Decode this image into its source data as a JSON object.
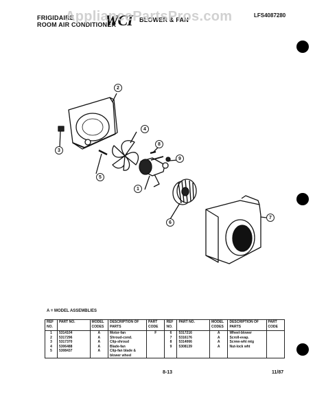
{
  "header": {
    "brand_line1": "FRIGIDAIRE",
    "brand_line2": "ROOM AIR CONDITIONER",
    "logo": "WCI",
    "section_title": "BLOWER & FAN",
    "model_number": "LFS4087280"
  },
  "watermark": "AppliancePartsPros.com",
  "callouts": [
    "1",
    "2",
    "3",
    "4",
    "5",
    "6",
    "7",
    "8",
    "9"
  ],
  "legend": "A = MODEL ASSEMBLIES",
  "table": {
    "headers": {
      "ref_no": "REF NO.",
      "part_no": "PART NO.",
      "model_codes": "MODEL CODES",
      "description": "DESCRIPTION OF PARTS",
      "part_code": "PART CODE"
    },
    "left": {
      "refs": "1\n2\n3\n4\n5",
      "parts": "5314104\n5317296\n5317370\n5306488\n5308437",
      "codes": "A\nA\nA\nA\nA",
      "descriptions": "Motor-fan\nShroud-cond.\nClip-shroud\nBlade-fan\nClip-fan blade &\nblower wheel",
      "part_codes": "F"
    },
    "right": {
      "refs": "6\n7\n8\n9",
      "parts": "5317216\n5316176\n5314066\n5308139",
      "codes": "A\nA\nA\nA",
      "descriptions": "Wheel-blower\nScroll-evap.\nScrew-wht mtg\nNut-lock wht",
      "part_codes": ""
    }
  },
  "footer": {
    "page": "8-13",
    "date": "11/87"
  }
}
